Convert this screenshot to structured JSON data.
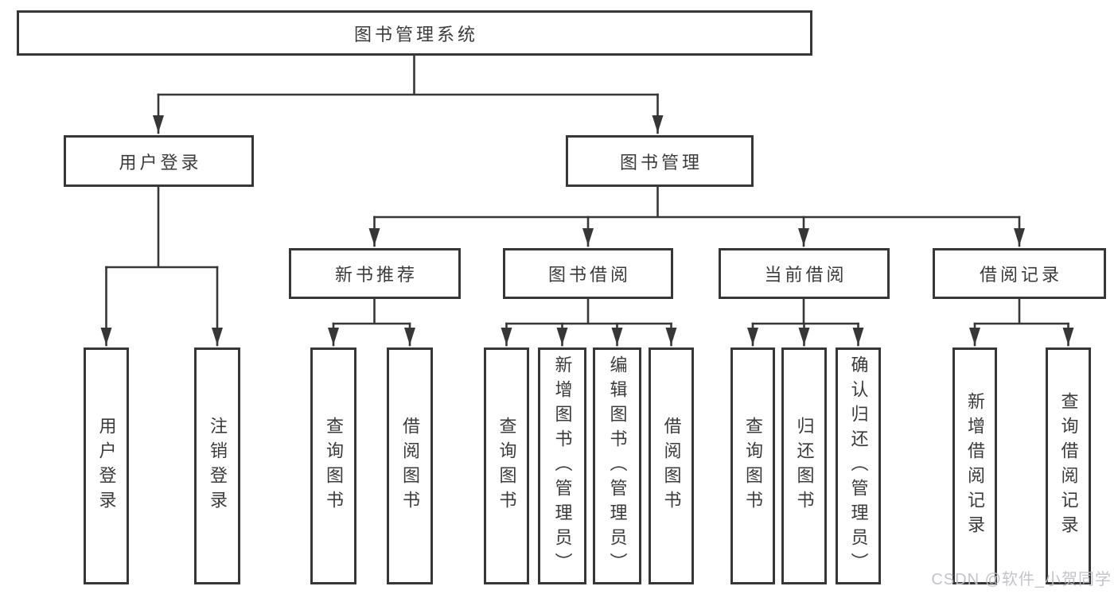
{
  "diagram": {
    "root": {
      "label": "图书管理系统"
    },
    "branches": [
      {
        "label": "用户登录",
        "children": [
          {
            "label": "用户登录"
          },
          {
            "label": "注销登录"
          }
        ]
      },
      {
        "label": "图书管理",
        "children": [
          {
            "label": "新书推荐",
            "children": [
              {
                "label": "查询图书"
              },
              {
                "label": "借阅图书"
              }
            ]
          },
          {
            "label": "图书借阅",
            "children": [
              {
                "label": "查询图书"
              },
              {
                "label": "新增图书（管理员）"
              },
              {
                "label": "编辑图书（管理员）"
              },
              {
                "label": "借阅图书"
              }
            ]
          },
          {
            "label": "当前借阅",
            "children": [
              {
                "label": "查询图书"
              },
              {
                "label": "归还图书"
              },
              {
                "label": "确认归还（管理员）"
              }
            ]
          },
          {
            "label": "借阅记录",
            "children": [
              {
                "label": "新增借阅记录"
              },
              {
                "label": "查询借阅记录"
              }
            ]
          }
        ]
      }
    ]
  },
  "colors": {
    "line": "#373737",
    "text": "#3b3b3b",
    "watermark": "#bebec4"
  },
  "watermark": {
    "text": "CSDN @软件_小贺同学"
  }
}
